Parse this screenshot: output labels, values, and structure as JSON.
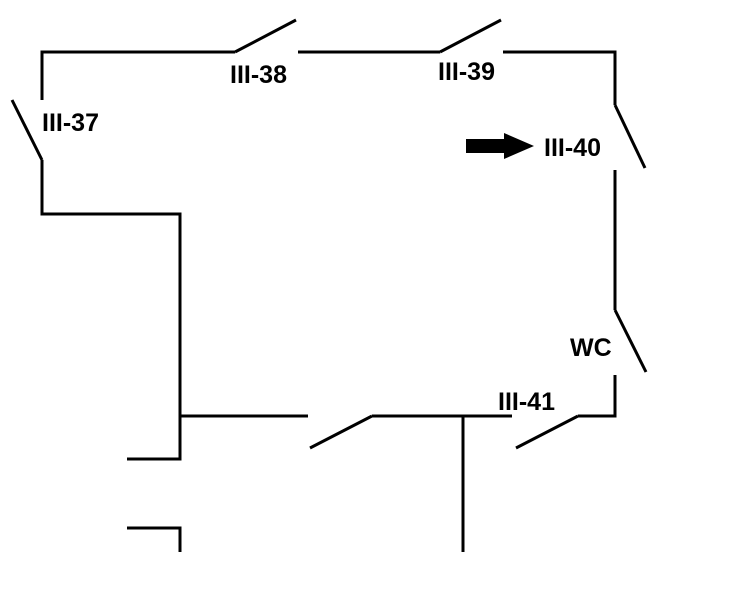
{
  "floor_plan": {
    "rooms": [
      {
        "id": "III-37",
        "label": "III-37"
      },
      {
        "id": "III-38",
        "label": "III-38"
      },
      {
        "id": "III-39",
        "label": "III-39"
      },
      {
        "id": "III-40",
        "label": "III-40",
        "highlighted": true
      },
      {
        "id": "WC",
        "label": "WC"
      },
      {
        "id": "III-41",
        "label": "III-41"
      }
    ],
    "marker": {
      "icon": "arrow-right-icon",
      "points_to": "III-40"
    },
    "colors": {
      "line": "#000000",
      "background": "#ffffff"
    }
  }
}
